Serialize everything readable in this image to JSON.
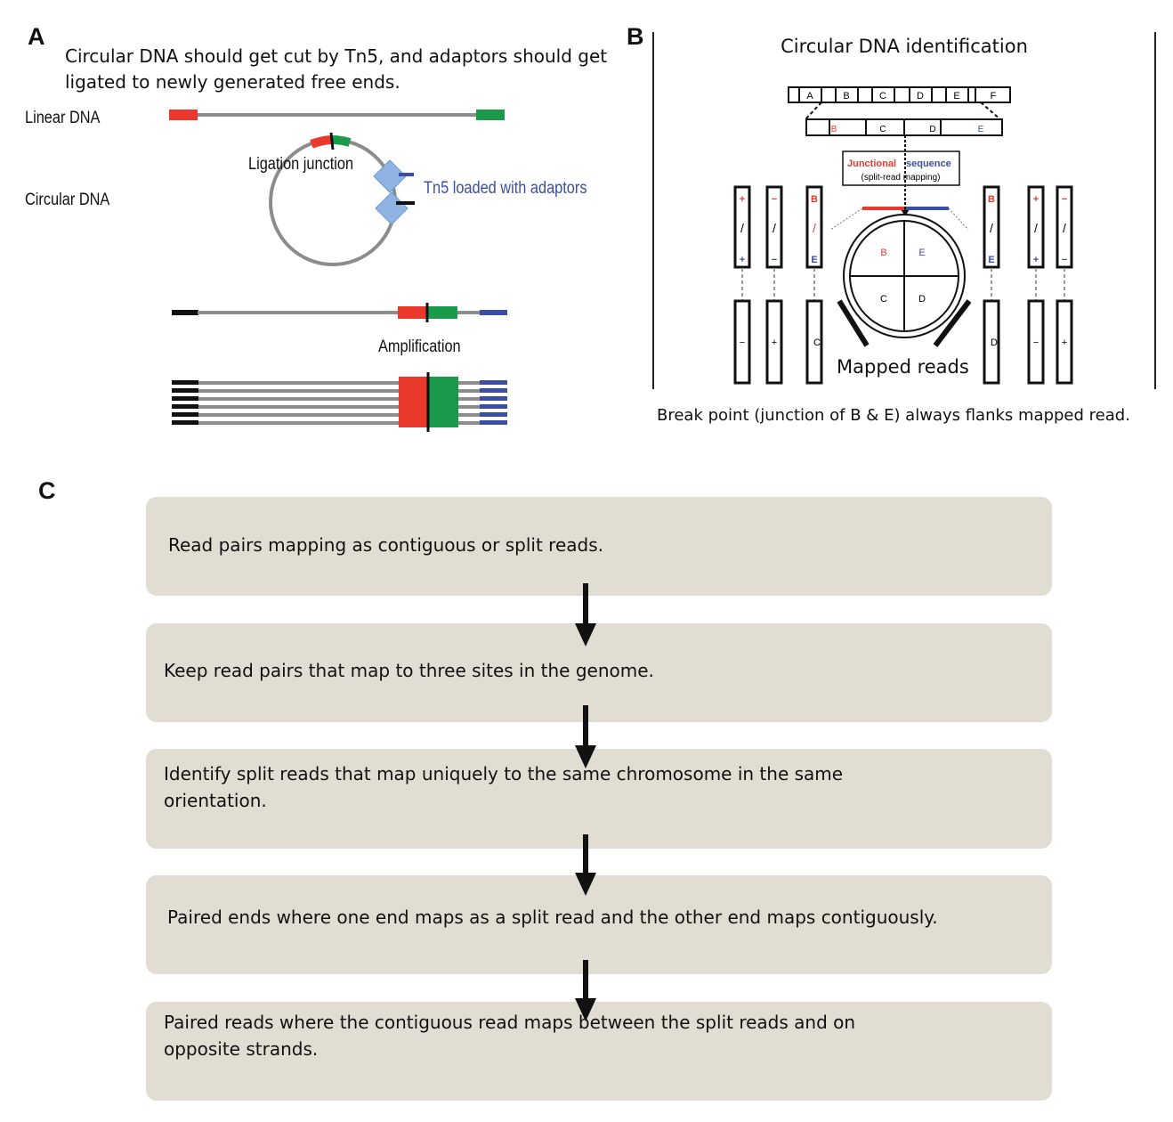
{
  "panels": {
    "a": {
      "letter": "A",
      "heading": "Circular DNA should get cut by Tn5, and adaptors should get ligated to newly generated free ends.",
      "linear_label": "Linear DNA",
      "circular_label": "Circular DNA",
      "ligation_label": "Ligation junction",
      "tn5_label": "Tn5 loaded with adaptors",
      "amplification_label": "Amplification"
    },
    "b": {
      "letter": "B",
      "title": "Circular DNA identification",
      "segments_top": [
        "A",
        "B",
        "C",
        "D",
        "E",
        "F"
      ],
      "segments_mid": [
        "B",
        "C",
        "D",
        "E"
      ],
      "junctional_word1": "Junctional",
      "junctional_word2": "sequence",
      "junctional_sub": "(split-read mapping)",
      "quadrants": [
        "B",
        "E",
        "C",
        "D"
      ],
      "mapped_reads_label": "Mapped reads",
      "caption": "Break point (junction of B & E) always flanks mapped read.",
      "read_marks": {
        "r1_top": [
          "+",
          "/",
          "+"
        ],
        "r2_top": [
          "−",
          "/",
          "−"
        ],
        "r3_top": [
          "B",
          "/",
          "E"
        ],
        "r4_top": [
          "B",
          "/",
          "E"
        ],
        "r5_top": [
          "+",
          "/",
          "+"
        ],
        "r6_top": [
          "−",
          "/",
          "−"
        ],
        "r1_bot": "−",
        "r2_bot": "+",
        "r3_bot": "C",
        "r4_bot": "D",
        "r5_bot": "−",
        "r6_bot": "+"
      }
    },
    "c": {
      "letter": "C",
      "steps": [
        "Read pairs mapping as contiguous or split reads.",
        "Keep read pairs that map to three sites in the genome.",
        "Identify split reads that map uniquely to the same chromosome in the same orientation.",
        "Paired ends where one end maps as a split read and the other end maps contiguously.",
        "Paired reads where the contiguous read maps between the split reads and on opposite strands."
      ]
    }
  },
  "colors": {
    "red": "#e8392c",
    "green": "#1b9a4b",
    "blue": "#3a4fa3",
    "grey": "#8c8c8c",
    "step_bg": "#e2ddd3"
  }
}
